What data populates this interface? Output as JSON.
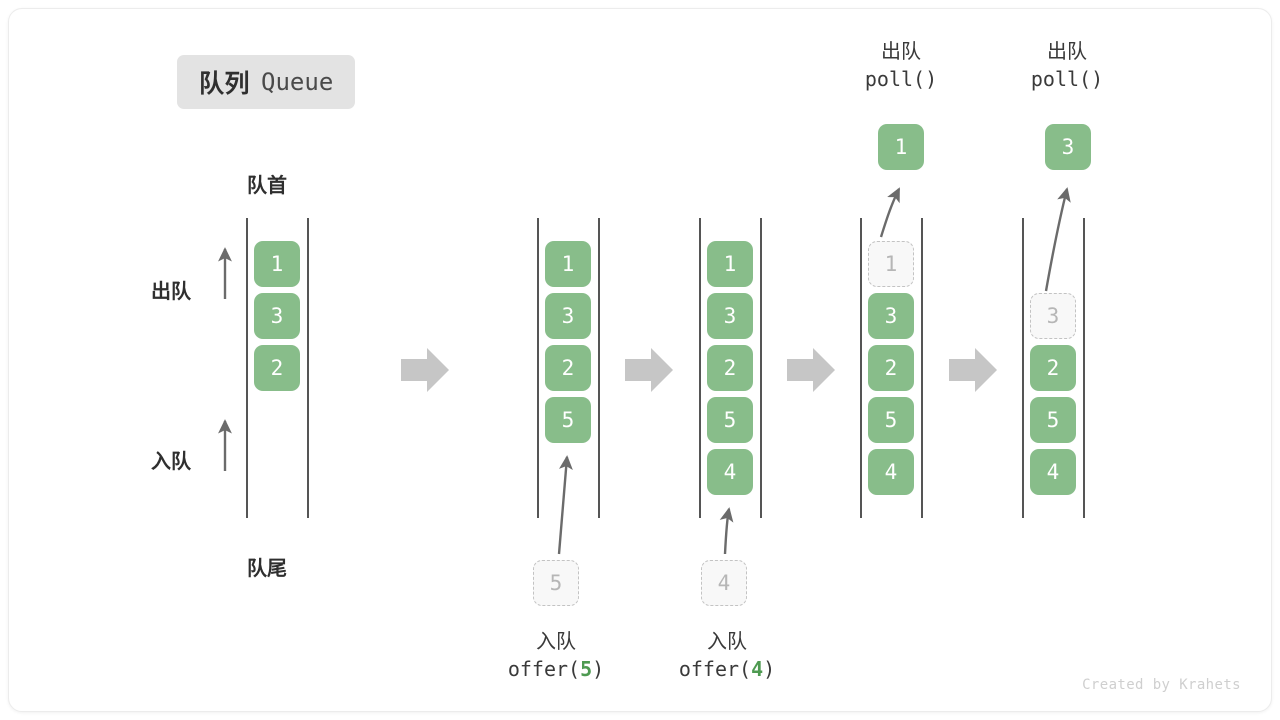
{
  "title": {
    "cn": "队列",
    "en": "Queue"
  },
  "badge_color": "#E3E3E3",
  "colors": {
    "cell_fill": "#88BD8A",
    "ghost_fill": "#F8F8F8",
    "ghost_border": "#C3C3C3",
    "rail": "#555555",
    "step_arrow": "#C6C6C6",
    "accent_text": "#4E9A51"
  },
  "axis_labels": {
    "head": "队首",
    "tail": "队尾",
    "dequeue": "出队",
    "enqueue": "入队"
  },
  "stages": [
    {
      "id": "initial",
      "cells": [
        {
          "value": "1",
          "state": "filled"
        },
        {
          "value": "3",
          "state": "filled"
        },
        {
          "value": "2",
          "state": "filled"
        }
      ],
      "loose": null,
      "caption": null
    },
    {
      "id": "after-offer-5",
      "cells": [
        {
          "value": "1",
          "state": "filled"
        },
        {
          "value": "3",
          "state": "filled"
        },
        {
          "value": "2",
          "state": "filled"
        },
        {
          "value": "5",
          "state": "filled"
        }
      ],
      "loose": {
        "value": "5",
        "state": "ghost",
        "position": "below"
      },
      "caption": {
        "cn": "入队",
        "fn": "offer(",
        "arg": "5",
        "fn_close": ")"
      }
    },
    {
      "id": "after-offer-4",
      "cells": [
        {
          "value": "1",
          "state": "filled"
        },
        {
          "value": "3",
          "state": "filled"
        },
        {
          "value": "2",
          "state": "filled"
        },
        {
          "value": "5",
          "state": "filled"
        },
        {
          "value": "4",
          "state": "filled"
        }
      ],
      "loose": {
        "value": "4",
        "state": "ghost",
        "position": "below"
      },
      "caption": {
        "cn": "入队",
        "fn": "offer(",
        "arg": "4",
        "fn_close": ")"
      }
    },
    {
      "id": "after-poll-1",
      "cells": [
        {
          "value": "1",
          "state": "ghost"
        },
        {
          "value": "3",
          "state": "filled"
        },
        {
          "value": "2",
          "state": "filled"
        },
        {
          "value": "5",
          "state": "filled"
        },
        {
          "value": "4",
          "state": "filled"
        }
      ],
      "loose": {
        "value": "1",
        "state": "filled",
        "position": "above"
      },
      "caption": {
        "cn": "出队",
        "fn": "poll(",
        "arg": "",
        "fn_close": ")"
      }
    },
    {
      "id": "after-poll-3",
      "cells": [
        {
          "value": "",
          "state": "empty"
        },
        {
          "value": "3",
          "state": "ghost"
        },
        {
          "value": "2",
          "state": "filled"
        },
        {
          "value": "5",
          "state": "filled"
        },
        {
          "value": "4",
          "state": "filled"
        }
      ],
      "loose": {
        "value": "3",
        "state": "filled",
        "position": "above"
      },
      "caption": {
        "cn": "出队",
        "fn": "poll(",
        "arg": "",
        "fn_close": ")"
      }
    }
  ],
  "footer": "Created by Krahets"
}
